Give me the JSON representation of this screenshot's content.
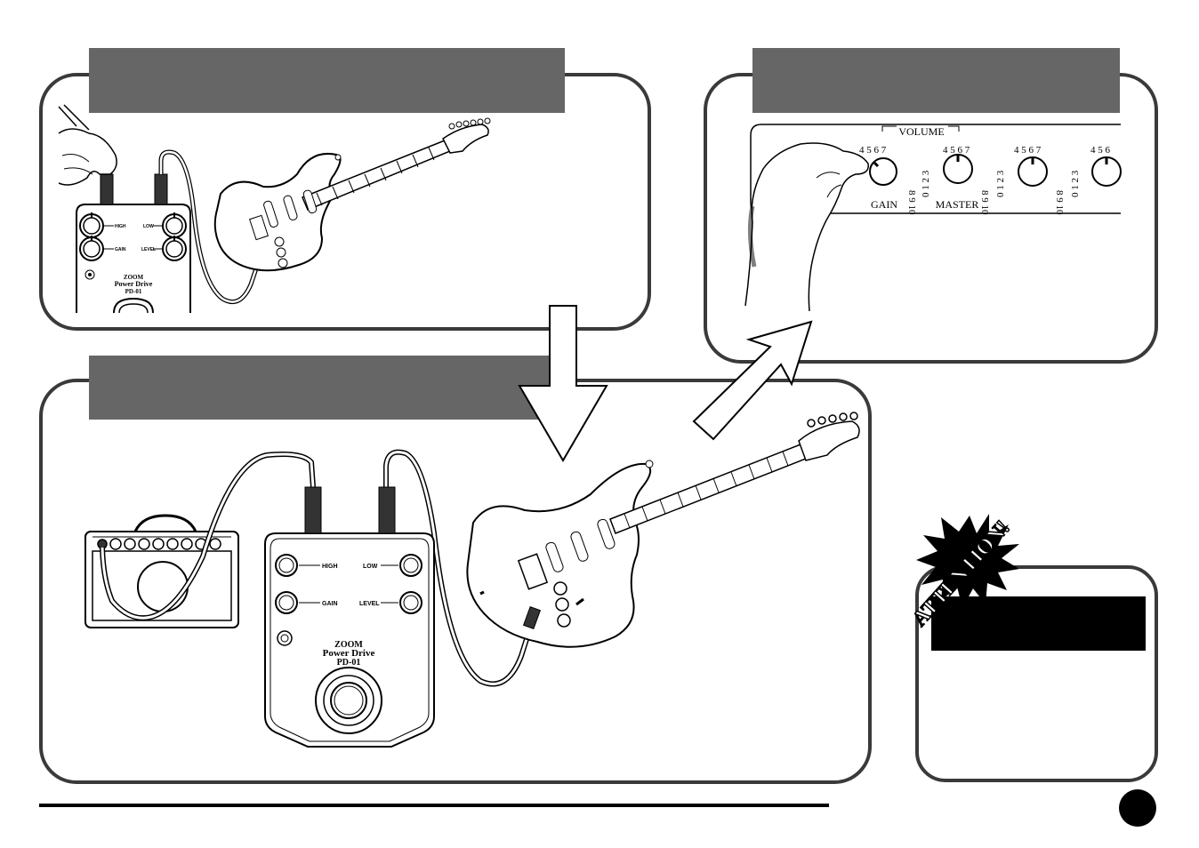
{
  "colors": {
    "header_bar": "#666666",
    "border": "#3a3a3a",
    "ink": "#000000"
  },
  "top_left_pedal": {
    "knob_labels": [
      "HIGH",
      "LOW",
      "GAIN",
      "LEVEL"
    ],
    "brand": "ZOOM",
    "model": "Power Drive",
    "code": "PD-01"
  },
  "amp_panel": {
    "volume_label": "VOLUME",
    "knob_labels": [
      "GAIN",
      "MASTER"
    ],
    "dial_scale": "0 1 2 3 4 5 6 7 8 9 10"
  },
  "main_pedal": {
    "knob_labels": [
      "HIGH",
      "LOW",
      "GAIN",
      "LEVEL"
    ],
    "brand": "ZOOM",
    "model": "Power Drive",
    "code": "PD-01"
  },
  "attention": {
    "burst_text": "ATTENTION!",
    "icon": "starburst-icon"
  }
}
